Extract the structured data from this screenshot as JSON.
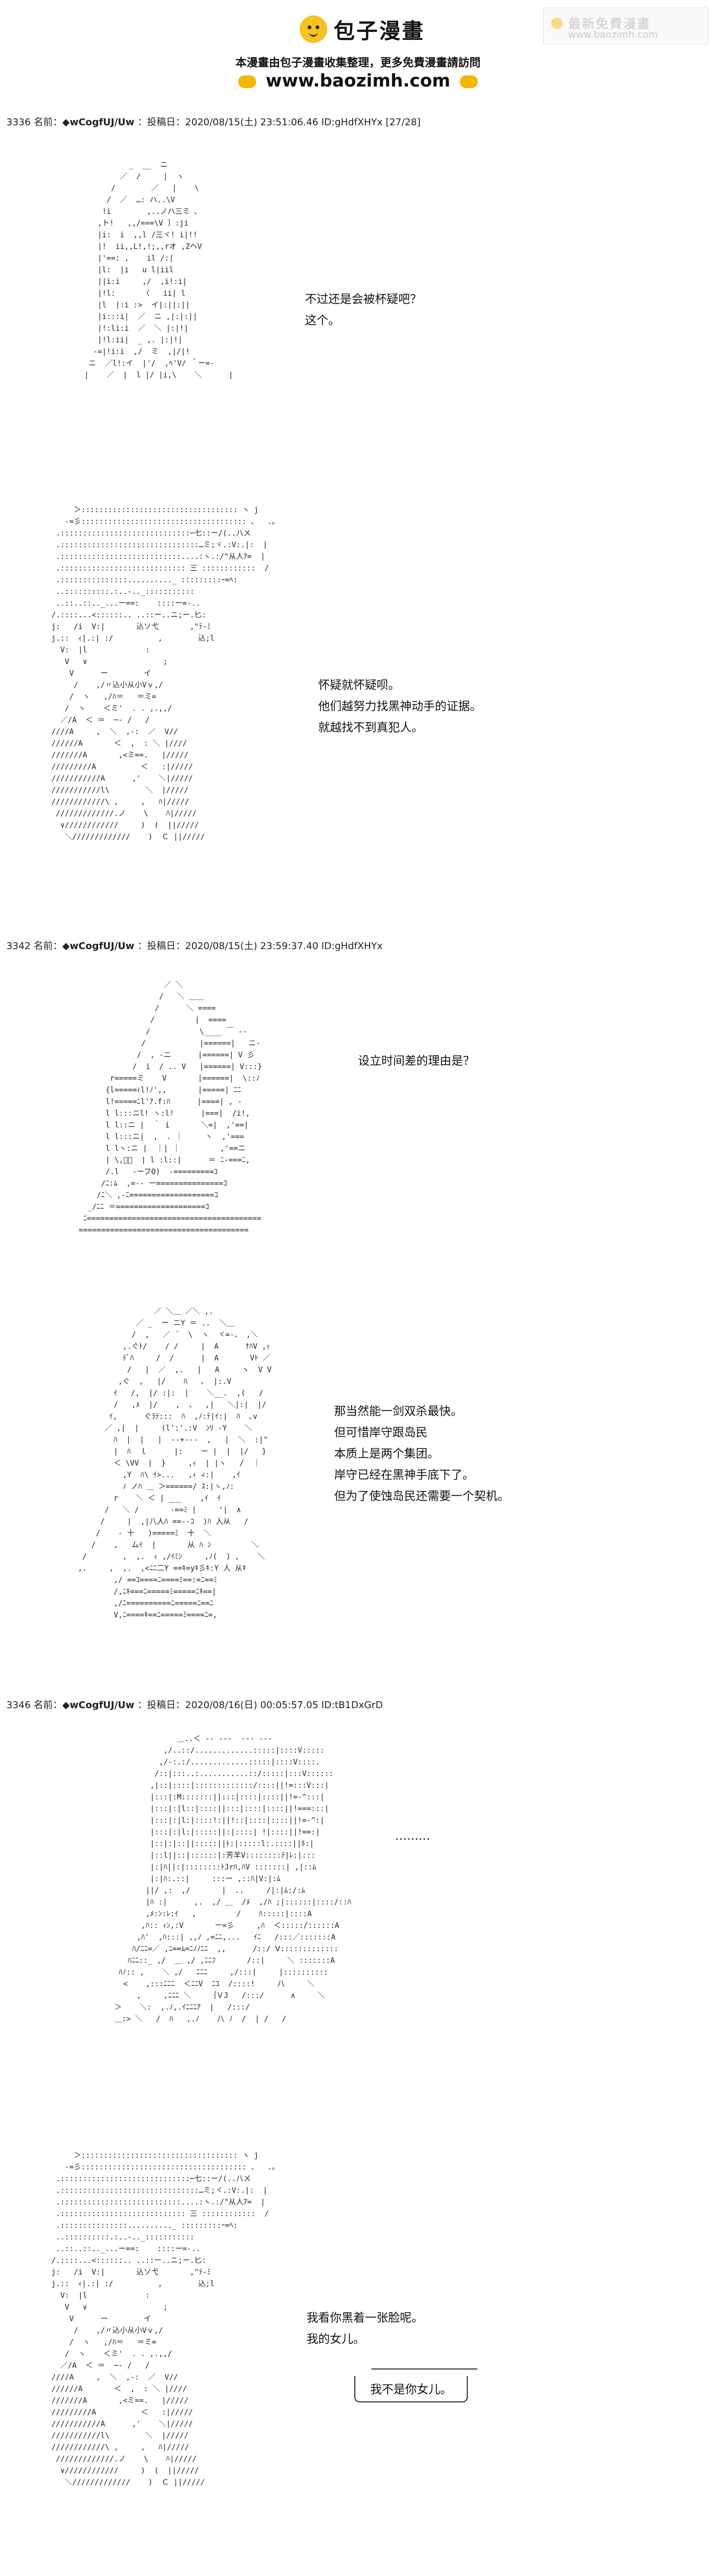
{
  "header": {
    "logo_text": "包子漫畫",
    "notice": "本漫畫由包子漫畫收集整理，更多免費漫畫請訪問",
    "site_url": "www.baozimh.com",
    "badge_title": "最新免費漫畫",
    "badge_url": "www.baozimh.com"
  },
  "posts": [
    {
      "header_prefix": "3336 名前：",
      "name": "◆wCogfUJ/Uw",
      "post_info": "投稿日：2020/08/15(土) 23:51:06.46 ID:gHdfXHYx [27/28]",
      "dialogs": [
        {
          "lines": [
            "不过还是会被杯疑吧？",
            "这个。"
          ]
        },
        {
          "lines": [
            "怀疑就怀疑呗。",
            "他们越努力找黑神动手的证据。",
            "就越找不到真犯人。"
          ]
        }
      ]
    },
    {
      "header_prefix": "3342 名前：",
      "name": "◆wCogfUJ/Uw",
      "post_info": "投稿日：2020/08/15(土) 23:59:37.40 ID:gHdfXHYx",
      "dialogs": [
        {
          "lines": [
            "设立时间差的理由是？"
          ]
        },
        {
          "lines": [
            "那当然能一剑双杀最快。",
            "但可惜岸守跟岛民",
            "本质上是两个集团。",
            "",
            "岸守已经在黑神手底下了。",
            "但为了使蚀岛民还需要一个契机。"
          ]
        }
      ]
    },
    {
      "header_prefix": "3346 名前：",
      "name": "◆wCogfUJ/Uw",
      "post_info": "投稿日：2020/08/16(日) 00:05:57.05 ID:tB1DxGrD",
      "dialogs": [
        {
          "lines": [
            "………"
          ]
        },
        {
          "lines": [
            "我看你黑着一张脸呢。",
            "我的女儿。"
          ]
        }
      ],
      "bubble": "我不是你女儿。"
    }
  ]
}
